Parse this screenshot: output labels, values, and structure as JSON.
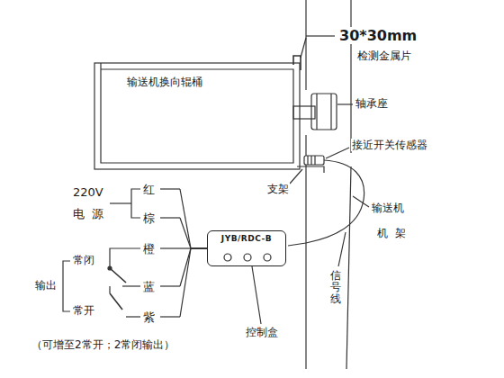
{
  "diagram": {
    "nodes": [
      {
        "text": [
          "JYB/RDC-B"
        ]
      }
    ],
    "labels": [
      "30*30mm",
      "检测金属片",
      "输送机换向辊桶",
      "轴承座",
      "接近开关传感器",
      "支架",
      "输送机",
      "机架",
      "信号线",
      "控制盒",
      "220V",
      "电源",
      "红",
      "棕",
      "橙",
      "蓝",
      "紫",
      "常闭",
      "常开",
      "输出",
      "（可增至2常开；2常闭输出）"
    ]
  }
}
